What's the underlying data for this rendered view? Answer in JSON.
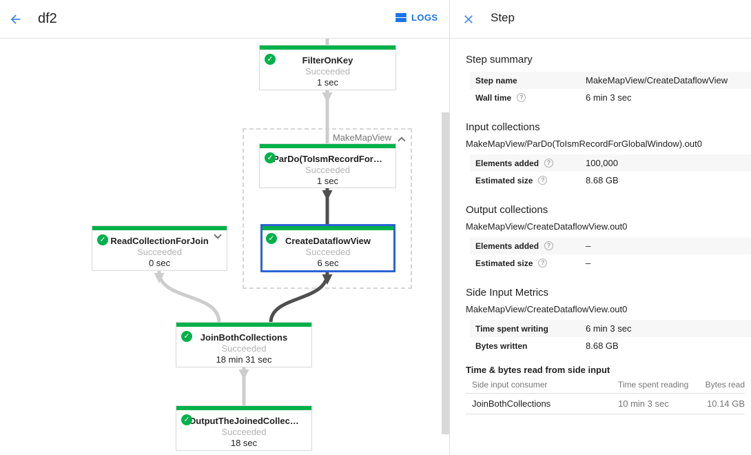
{
  "colors": {
    "success_green": "#00b14a",
    "selected_blue": "#2b64d6",
    "accent_blue": "#1a73e8",
    "icon_blue": "#4285f4",
    "edge_light": "#cdcdcd",
    "edge_dark": "#4f4f4f"
  },
  "icons": {
    "help": "?",
    "check": "✓"
  },
  "topbar": {
    "title": "df2",
    "logs_label": "LOGS"
  },
  "panel": {
    "title": "Step",
    "summary": {
      "heading": "Step summary",
      "rows": [
        {
          "label": "Step name",
          "value": "MakeMapView/CreateDataflowView"
        },
        {
          "label": "Wall time",
          "value": "6 min 3 sec"
        }
      ]
    },
    "input": {
      "heading": "Input collections",
      "subtitle": "MakeMapView/ParDo(ToIsmRecordForGlobalWindow).out0",
      "rows": [
        {
          "label": "Elements added",
          "value": "100,000"
        },
        {
          "label": "Estimated size",
          "value": "8.68 GB"
        }
      ]
    },
    "output": {
      "heading": "Output collections",
      "subtitle": "MakeMapView/CreateDataflowView.out0",
      "rows": [
        {
          "label": "Elements added",
          "value": "–"
        },
        {
          "label": "Estimated size",
          "value": "–"
        }
      ]
    },
    "side_input": {
      "heading": "Side Input Metrics",
      "subtitle": "MakeMapView/CreateDataflowView.out0",
      "rows": [
        {
          "label": "Time spent writing",
          "value": "6 min 3 sec"
        },
        {
          "label": "Bytes written",
          "value": "8.68 GB"
        }
      ]
    },
    "side_table": {
      "heading": "Time & bytes read from side input",
      "columns": [
        "Side input consumer",
        "Time spent reading",
        "Bytes read"
      ],
      "rows": [
        [
          "JoinBothCollections",
          "10 min 3 sec",
          "10.14 GB"
        ]
      ]
    }
  },
  "graph": {
    "group_label": "MakeMapView",
    "nodes": {
      "filterOnKey": {
        "name": "FilterOnKey",
        "status": "Succeeded",
        "time": "1 sec"
      },
      "parDo": {
        "name": "ParDo(ToIsmRecordFor…",
        "status": "Succeeded",
        "time": "1 sec"
      },
      "createView": {
        "name": "CreateDataflowView",
        "status": "Succeeded",
        "time": "6 sec"
      },
      "readCollection": {
        "name": "ReadCollectionForJoin",
        "status": "Succeeded",
        "time": "0 sec"
      },
      "joinBoth": {
        "name": "JoinBothCollections",
        "status": "Succeeded",
        "time": "18 min 31 sec"
      },
      "outputJoined": {
        "name": "OutputTheJoinedCollec…",
        "status": "Succeeded",
        "time": "18 sec"
      }
    }
  }
}
